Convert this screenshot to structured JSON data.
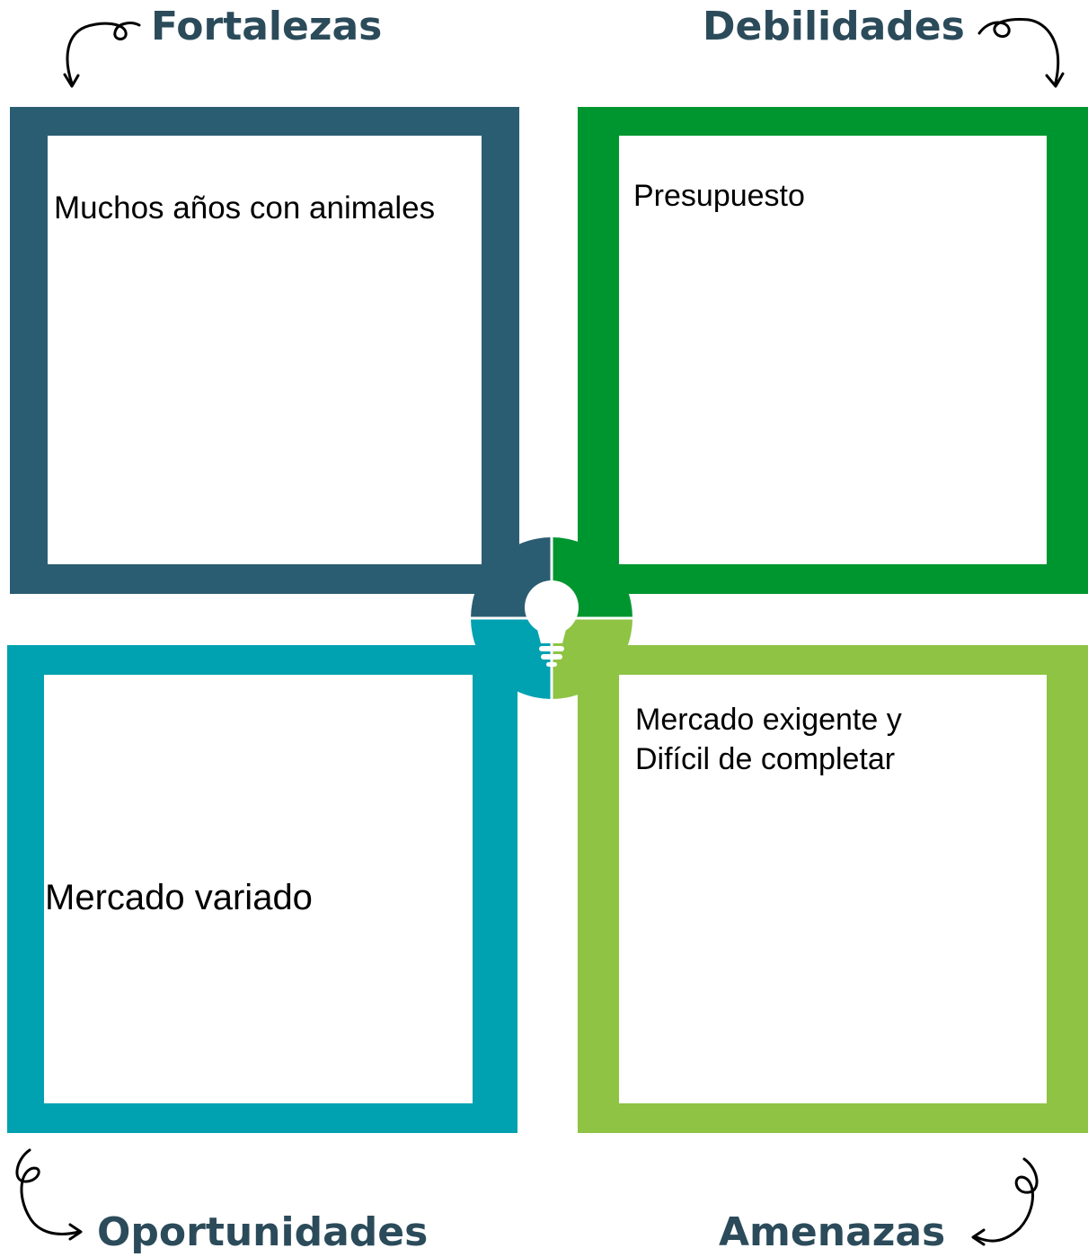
{
  "colors": {
    "heading": "#2b4b5a",
    "strengths": "#2b5d72",
    "weaknesses": "#00962f",
    "opportunities": "#00a1b0",
    "threats": "#8ec343",
    "bulb": "#ffffff"
  },
  "quadrants": {
    "strengths": {
      "title": "Fortalezas",
      "text": "Muchos años con animales"
    },
    "weaknesses": {
      "title": "Debilidades",
      "text": "Presupuesto"
    },
    "opportunities": {
      "title": "Oportunidades",
      "text": "Mercado variado"
    },
    "threats": {
      "title": "Amenazas",
      "text_line1": "Mercado exigente y",
      "text_line2": "Difícil de completar"
    }
  },
  "icons": {
    "center": "lightbulb-icon",
    "arrows": "curly-arrow-icon"
  }
}
